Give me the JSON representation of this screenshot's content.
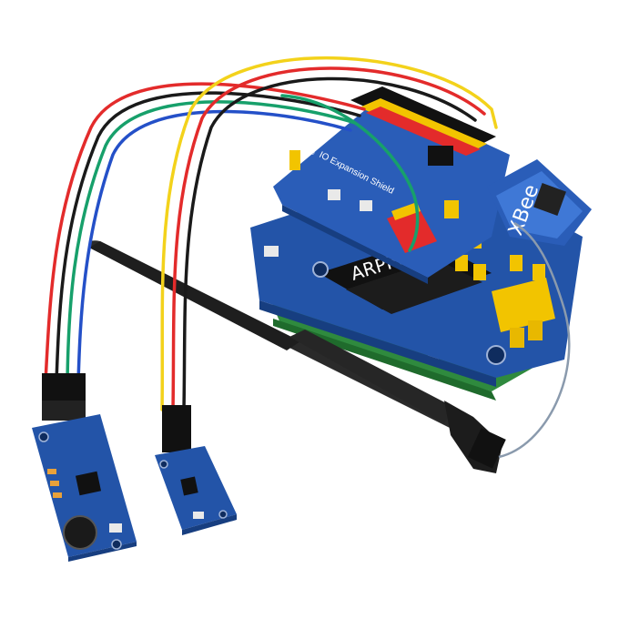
{
  "board": {
    "brand_label": "ARPI600",
    "shield_brand": "Xbee",
    "shield_label": "IO Expansion Shield"
  },
  "xbee_module": {
    "label": "XBee"
  },
  "colors": {
    "background": "#ffffff",
    "pcb_blue": "#2354a8",
    "pcb_blue_dark": "#173e80",
    "pcb_green": "#2f8a3e",
    "header_yellow": "#f2c400",
    "antenna_black": "#222222",
    "wire_red": "#e32b2b",
    "wire_yellow": "#f3d21b",
    "wire_green": "#17a06b",
    "wire_blue": "#2450c8"
  }
}
